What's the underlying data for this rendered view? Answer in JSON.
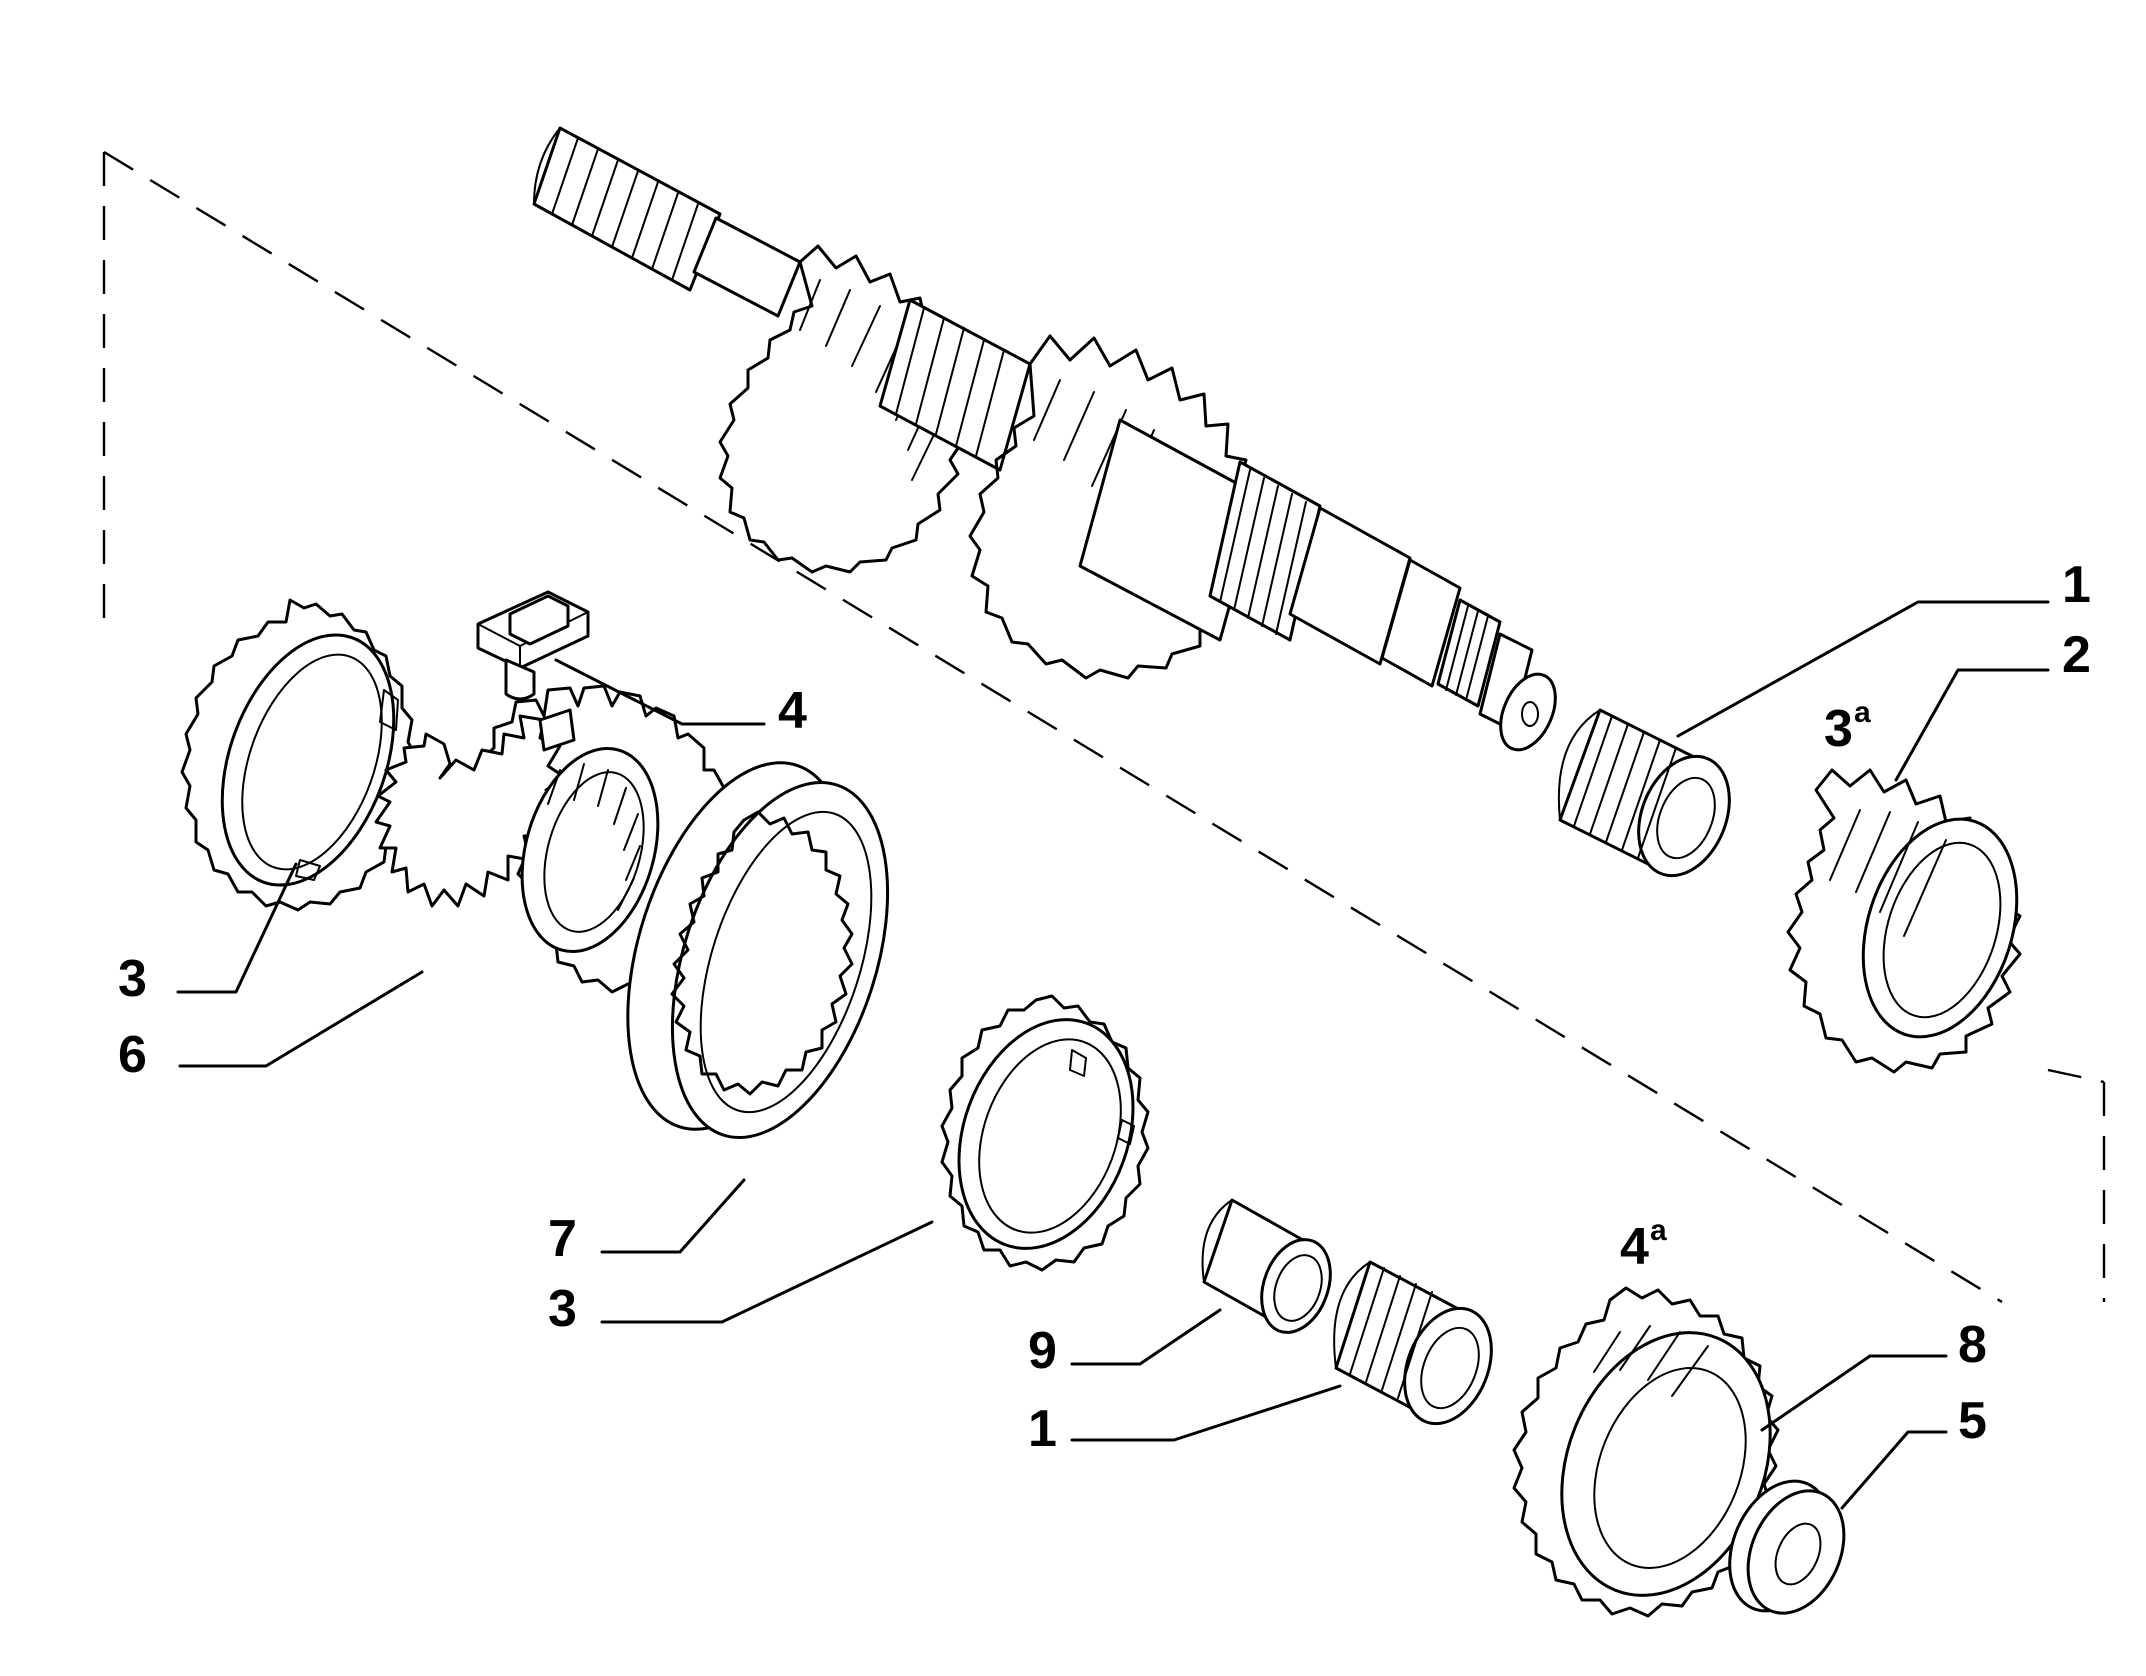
{
  "labels": {
    "part_1_top": "1",
    "part_2": "2",
    "gear_3a_main": "3",
    "gear_3a_sup": "a",
    "part_4": "4",
    "part_3_left": "3",
    "part_6": "6",
    "part_7": "7",
    "part_3_mid": "3",
    "part_9": "9",
    "part_1_bottom": "1",
    "gear_4a_main": "4",
    "gear_4a_sup": "a",
    "part_8": "8",
    "part_5": "5"
  }
}
